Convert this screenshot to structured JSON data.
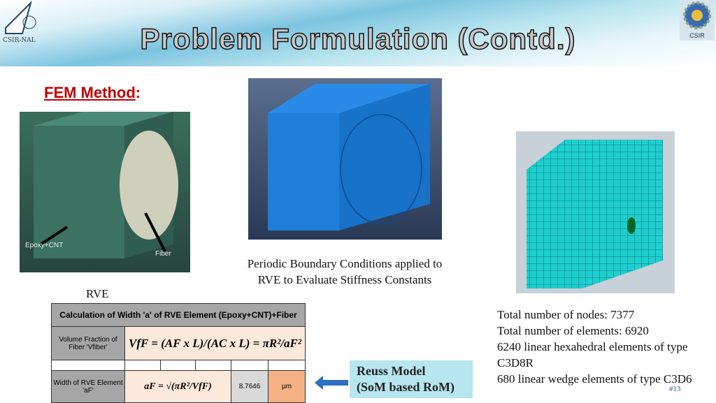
{
  "header": {
    "title": "Problem Formulation (Contd.)",
    "left_logo": "CSIR-NAL",
    "right_logo": "CSIR"
  },
  "section": {
    "label": "FEM Method",
    "colon": ":"
  },
  "images": {
    "rve": {
      "label_matrix": "Epoxy+CNT",
      "label_fiber": "Fiber",
      "caption": "RVE"
    },
    "pbc": {
      "caption": "Periodic Boundary Conditions applied to RVE to Evaluate Stiffness Constants"
    },
    "mesh": {}
  },
  "table": {
    "title": "Calculation of Width 'a' of RVE Element (Epoxy+CNT)+Fiber",
    "row1_label": "Volume Fraction of Fiber 'Vfiber'",
    "row1_formula": "VfF = (AF x L)/(AC x L) = πR²/aF²",
    "row2_label": "Width of RVE Element 'aF'",
    "row2_formula": "aF = √(πR²/VfF)",
    "row2_value": "8.7646",
    "row2_unit": "µm"
  },
  "callout": {
    "line1": "Reuss Model",
    "line2": "(SoM based RoM)"
  },
  "stats": [
    "Total number of nodes: 7377",
    "Total number of elements: 6920",
    "6240 linear hexahedral elements of type C3D8R",
    "680 linear wedge elements of type C3D6"
  ],
  "page_number": "#13"
}
